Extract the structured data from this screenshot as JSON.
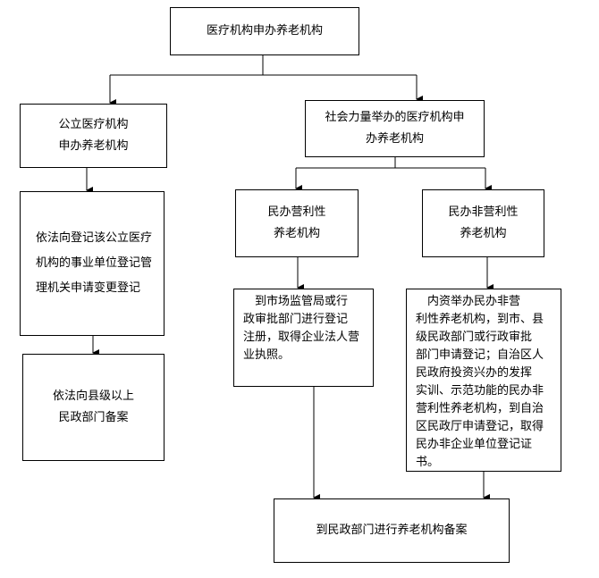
{
  "nodes": {
    "root": "医疗机构申办养老机构",
    "public": "公立医疗机构\n申办养老机构",
    "social": "社会力量举办的医疗机构申\n办养老机构",
    "public_change": "依法向登记该公立医疗\n机构的事业单位登记管\n理机关申请变更登记",
    "for_profit": "民办营利性\n养老机构",
    "non_profit": "民办非营利性\n养老机构",
    "public_filing": "依法向县级以上\n民政部门备案",
    "for_profit_reg": "　到市场监管局或行\n政审批部门进行登记\n注册，取得企业法人营\n业执照。",
    "non_profit_reg": "　内资举办民办非营\n利性养老机构，到市、县\n级民政部门或行政审批\n部门申请登记；自治区人\n民政府投资兴办的发挥\n实训、示范功能的民办非\n营利性养老机构，到自治\n区民政厅申请登记，取得\n民办非企业单位登记证\n书。",
    "final_filing": "到民政部门进行养老机构备案"
  }
}
